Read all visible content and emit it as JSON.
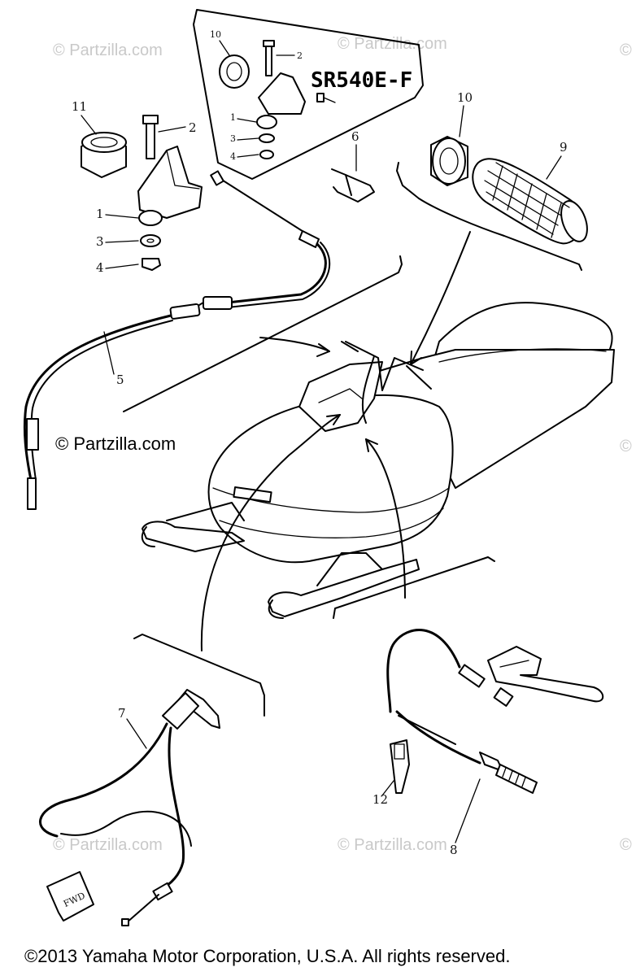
{
  "model_label": "SR540E-F",
  "callouts": {
    "c1": "1",
    "c2": "2",
    "c3": "3",
    "c4": "4",
    "c5": "5",
    "c6": "6",
    "c7": "7",
    "c8": "8",
    "c9": "9",
    "c10": "10",
    "c11": "11",
    "c12": "12",
    "inset_c1": "1",
    "inset_c2": "2",
    "inset_c3": "3",
    "inset_c4": "4",
    "inset_c10": "10"
  },
  "fwd_label": "FWD",
  "watermarks": {
    "main": "© Partzilla.com",
    "faint": "© Partzilla.com"
  },
  "copyright": "©2013  Yamaha Motor Corporation, U.S.A. All rights reserved."
}
